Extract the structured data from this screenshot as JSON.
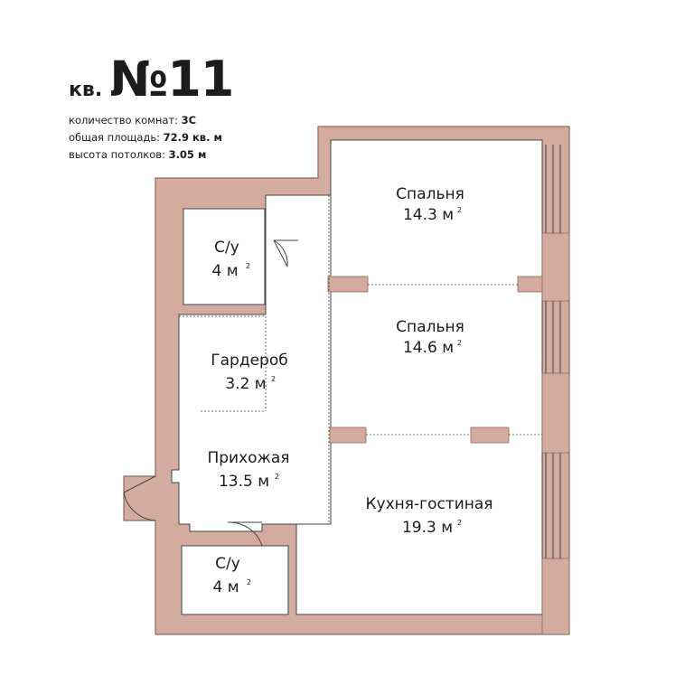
{
  "header": {
    "prefix": "кв.",
    "number": "№11"
  },
  "specs": {
    "rooms_label": "количество комнат:",
    "rooms_value": "3С",
    "area_label": "общая площадь:",
    "area_value": "72.9 кв. м",
    "height_label": "высота потолков:",
    "height_value": "3.05 м"
  },
  "colors": {
    "wall": "#d4ac9f",
    "wall_stroke": "#8c6a5f",
    "floor": "#ffffff",
    "line": "#444444"
  },
  "rooms": [
    {
      "id": "bedroom-1",
      "name": "Спальня",
      "area": "14.3 м",
      "sup": "2"
    },
    {
      "id": "bedroom-2",
      "name": "Спальня",
      "area": "14.6 м",
      "sup": "2"
    },
    {
      "id": "bathroom-1",
      "name": "С/у",
      "area": "4 м",
      "sup": "2"
    },
    {
      "id": "wardrobe",
      "name": "Гардероб",
      "area": "3.2 м",
      "sup": "2"
    },
    {
      "id": "hallway",
      "name": "Прихожая",
      "area": "13.5 м",
      "sup": "2"
    },
    {
      "id": "kitchen-living",
      "name": "Кухня-гостиная",
      "area": "19.3 м",
      "sup": "2"
    },
    {
      "id": "bathroom-2",
      "name": "С/у",
      "area": "4 м",
      "sup": "2"
    }
  ]
}
